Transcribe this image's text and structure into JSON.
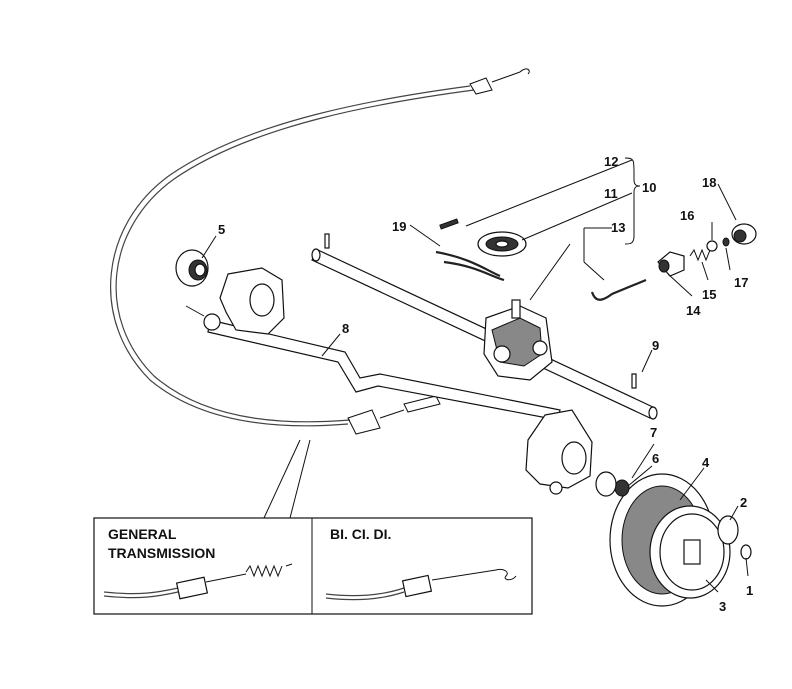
{
  "callouts": {
    "c1": "1",
    "c2": "2",
    "c3": "3",
    "c4": "4",
    "c5": "5",
    "c6": "6",
    "c7": "7",
    "c8": "8",
    "c9": "9",
    "c10": "10",
    "c11": "11",
    "c12": "12",
    "c13": "13",
    "c14": "14",
    "c15": "15",
    "c16": "16",
    "c17": "17",
    "c18": "18",
    "c19": "19"
  },
  "inset": {
    "left_title_line1": "GENERAL",
    "left_title_line2": "TRANSMISSION",
    "right_title": "BI. CI. DI."
  }
}
